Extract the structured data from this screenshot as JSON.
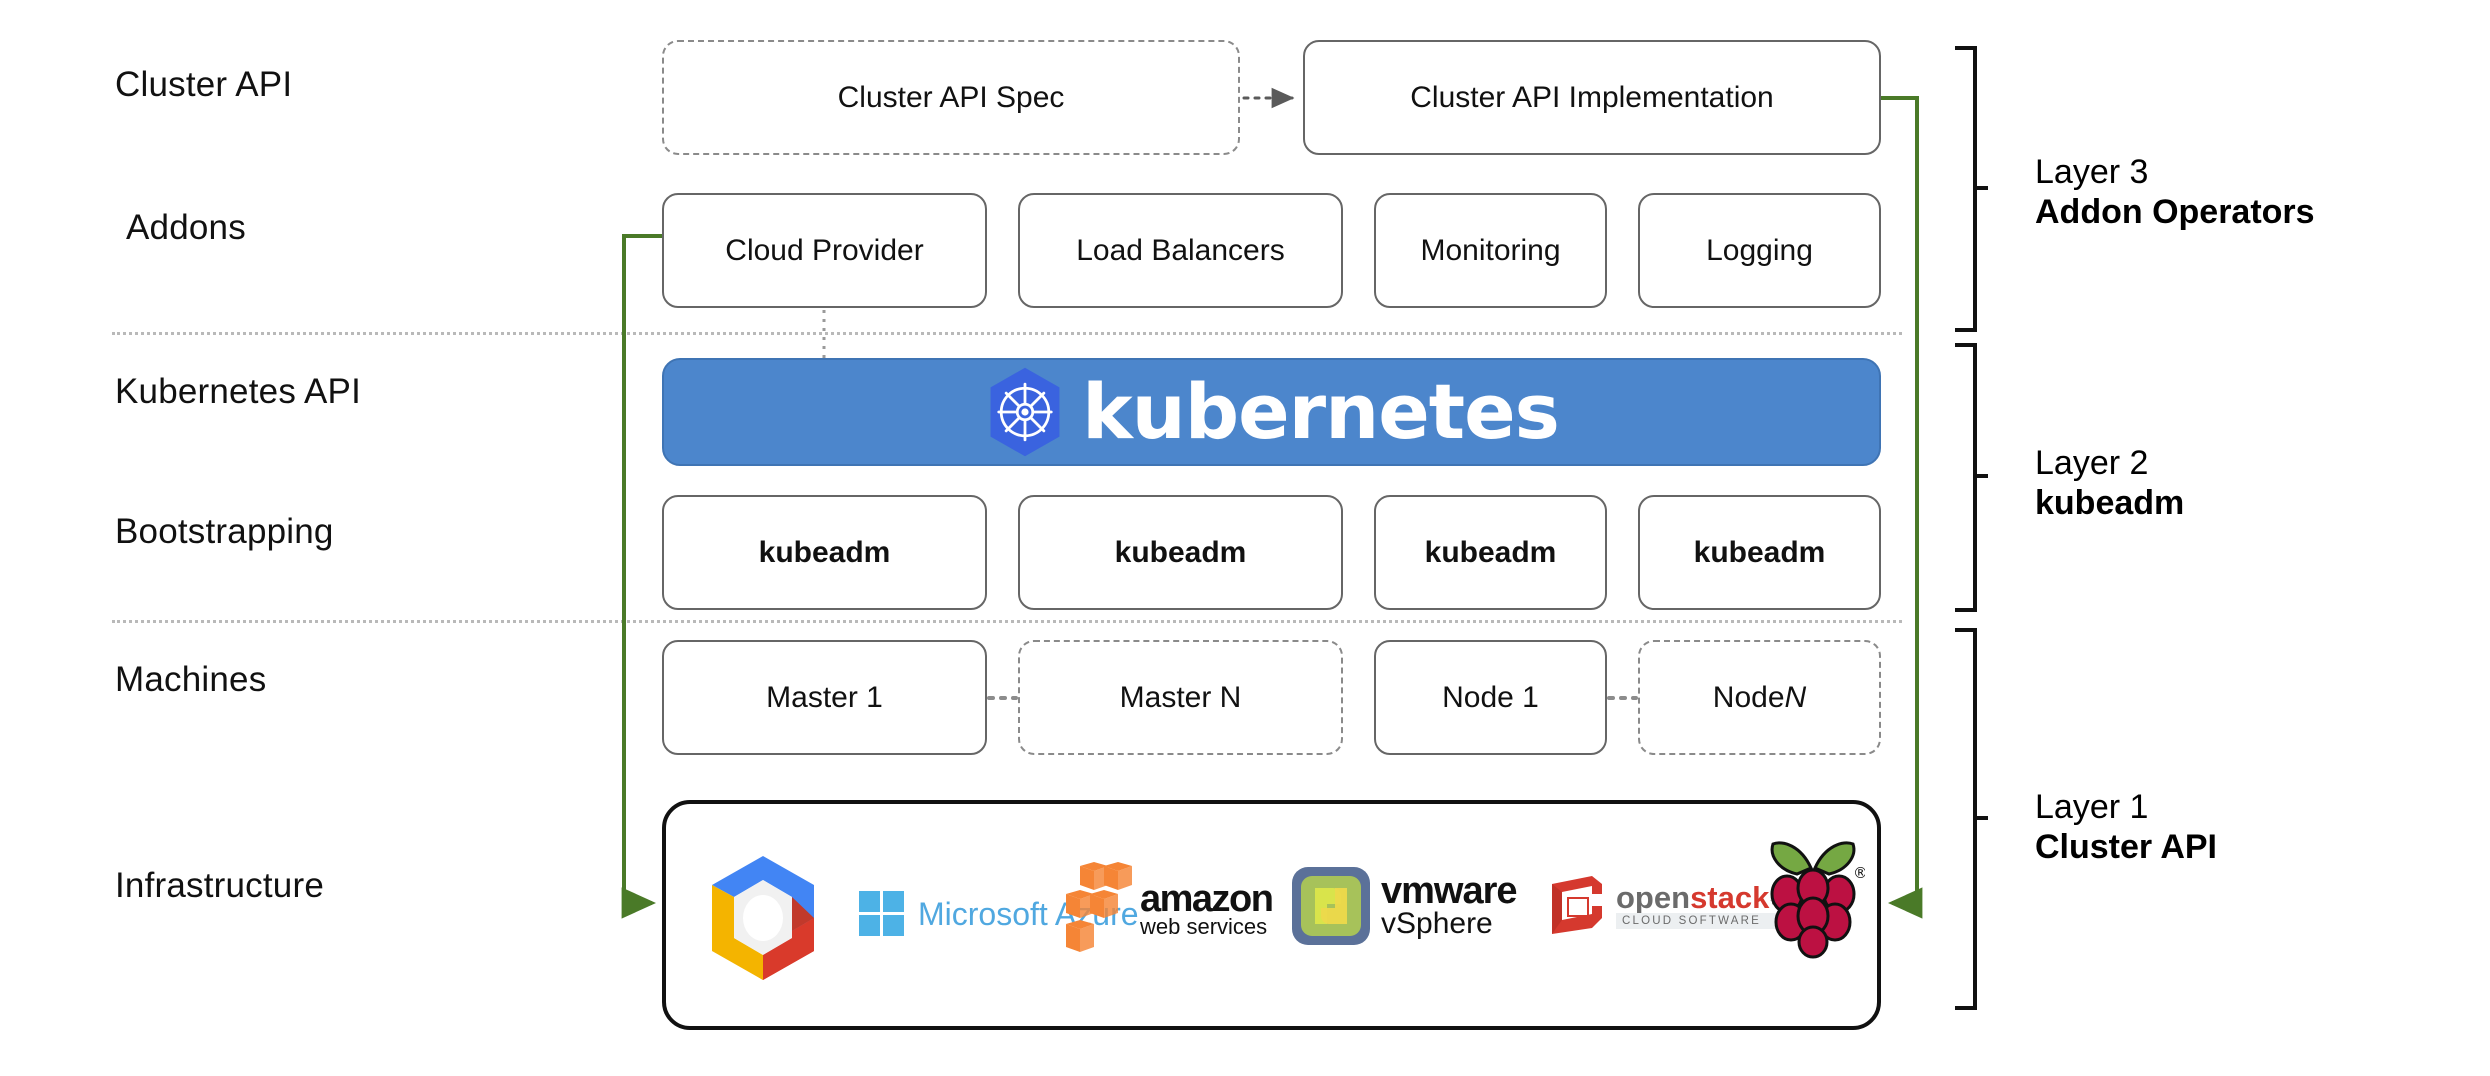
{
  "diagram": {
    "title": "Kubernetes Cluster API layered architecture",
    "colors": {
      "kubernetes_blue": "#4c86cc",
      "arrow_green": "#4a7a28",
      "dotted_gray": "#b9b9b9",
      "box_border": "#666666"
    }
  },
  "row_labels": [
    {
      "id": "cluster-api",
      "text": "Cluster API"
    },
    {
      "id": "addons",
      "text": "Addons"
    },
    {
      "id": "kubernetes-api",
      "text": "Kubernetes API"
    },
    {
      "id": "bootstrapping",
      "text": "Bootstrapping"
    },
    {
      "id": "machines",
      "text": "Machines"
    },
    {
      "id": "infrastructure",
      "text": "Infrastructure"
    }
  ],
  "cluster_api_row": {
    "spec": {
      "label": "Cluster API Spec",
      "style": "dashed"
    },
    "implementation": {
      "label": "Cluster API Implementation",
      "style": "solid"
    },
    "connector": "dotted-arrow-right"
  },
  "addons_row": [
    {
      "label": "Cloud Provider"
    },
    {
      "label": "Load Balancers"
    },
    {
      "label": "Monitoring"
    },
    {
      "label": "Logging"
    }
  ],
  "kubernetes_banner": {
    "wordmark": "kubernetes",
    "logo": "kubernetes-helm-wheel-icon",
    "background": "#4c86cc"
  },
  "bootstrapping_row": [
    {
      "label": "kubeadm"
    },
    {
      "label": "kubeadm"
    },
    {
      "label": "kubeadm"
    },
    {
      "label": "kubeadm"
    }
  ],
  "machines_row": [
    {
      "label": "Master 1",
      "style": "solid",
      "italic_suffix": ""
    },
    {
      "label": "Master N",
      "style": "dashed",
      "italic_suffix": ""
    },
    {
      "label": "Node 1",
      "style": "solid",
      "italic_suffix": ""
    },
    {
      "label": "Node ",
      "style": "dashed",
      "italic_suffix": "N"
    }
  ],
  "infrastructure_row": {
    "providers": [
      {
        "name": "google-cloud-platform-logo",
        "label": ""
      },
      {
        "name": "microsoft-azure-logo",
        "label": "Microsoft Azure"
      },
      {
        "name": "amazon-web-services-logo",
        "label": "amazon",
        "sub": "web services"
      },
      {
        "name": "vmware-vsphere-logo",
        "label": "vmware",
        "sub": "vSphere"
      },
      {
        "name": "openstack-logo",
        "label": "openstack",
        "sub": "CLOUD SOFTWARE"
      },
      {
        "name": "raspberry-pi-logo",
        "label": ""
      }
    ]
  },
  "layers": [
    {
      "id": "layer-3",
      "line1": "Layer 3",
      "line2": "Addon Operators"
    },
    {
      "id": "layer-2",
      "line1": "Layer 2",
      "line2": "kubeadm"
    },
    {
      "id": "layer-1",
      "line1": "Layer 1",
      "line2": "Cluster API"
    }
  ]
}
